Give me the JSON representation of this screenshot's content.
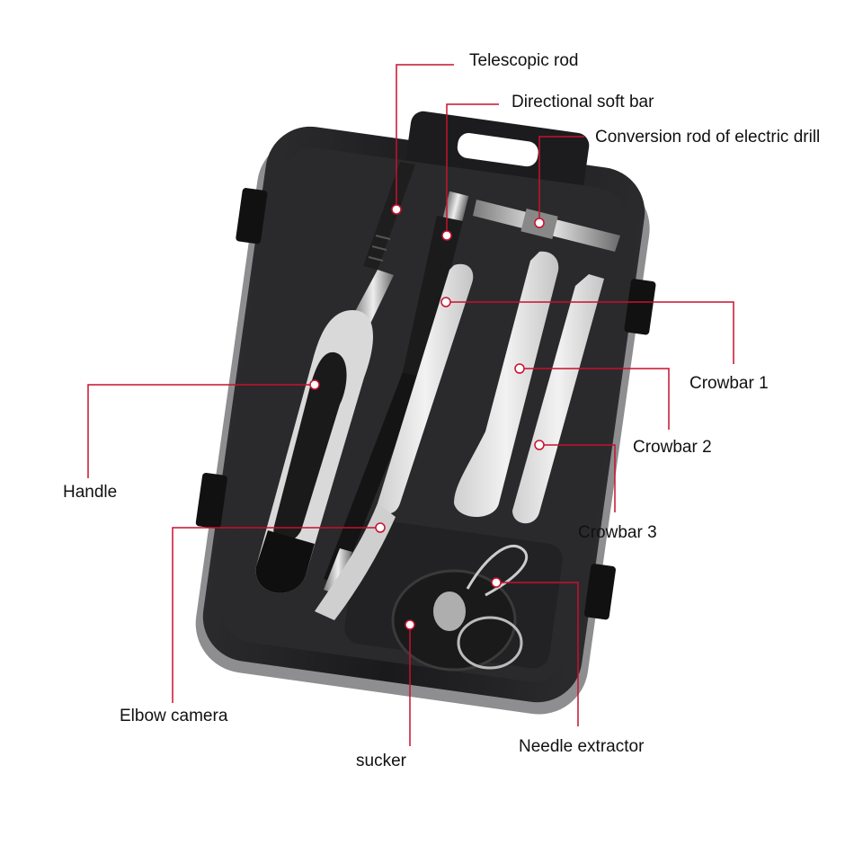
{
  "colors": {
    "leader": "#c8102e",
    "case_shell": "#1c1c1e",
    "case_tray": "#2a2a2c",
    "tool_white": "#e6e6e6",
    "background": "#ffffff"
  },
  "labels": {
    "telescopic_rod": "Telescopic rod",
    "directional_soft_bar": "Directional soft bar",
    "conversion_rod": "Conversion rod of electric drill",
    "crowbar_1": "Crowbar 1",
    "crowbar_2": "Crowbar 2",
    "crowbar_3": "Crowbar 3",
    "handle": "Handle",
    "elbow_camera": "Elbow camera",
    "sucker": "sucker",
    "needle_extractor": "Needle extractor"
  }
}
